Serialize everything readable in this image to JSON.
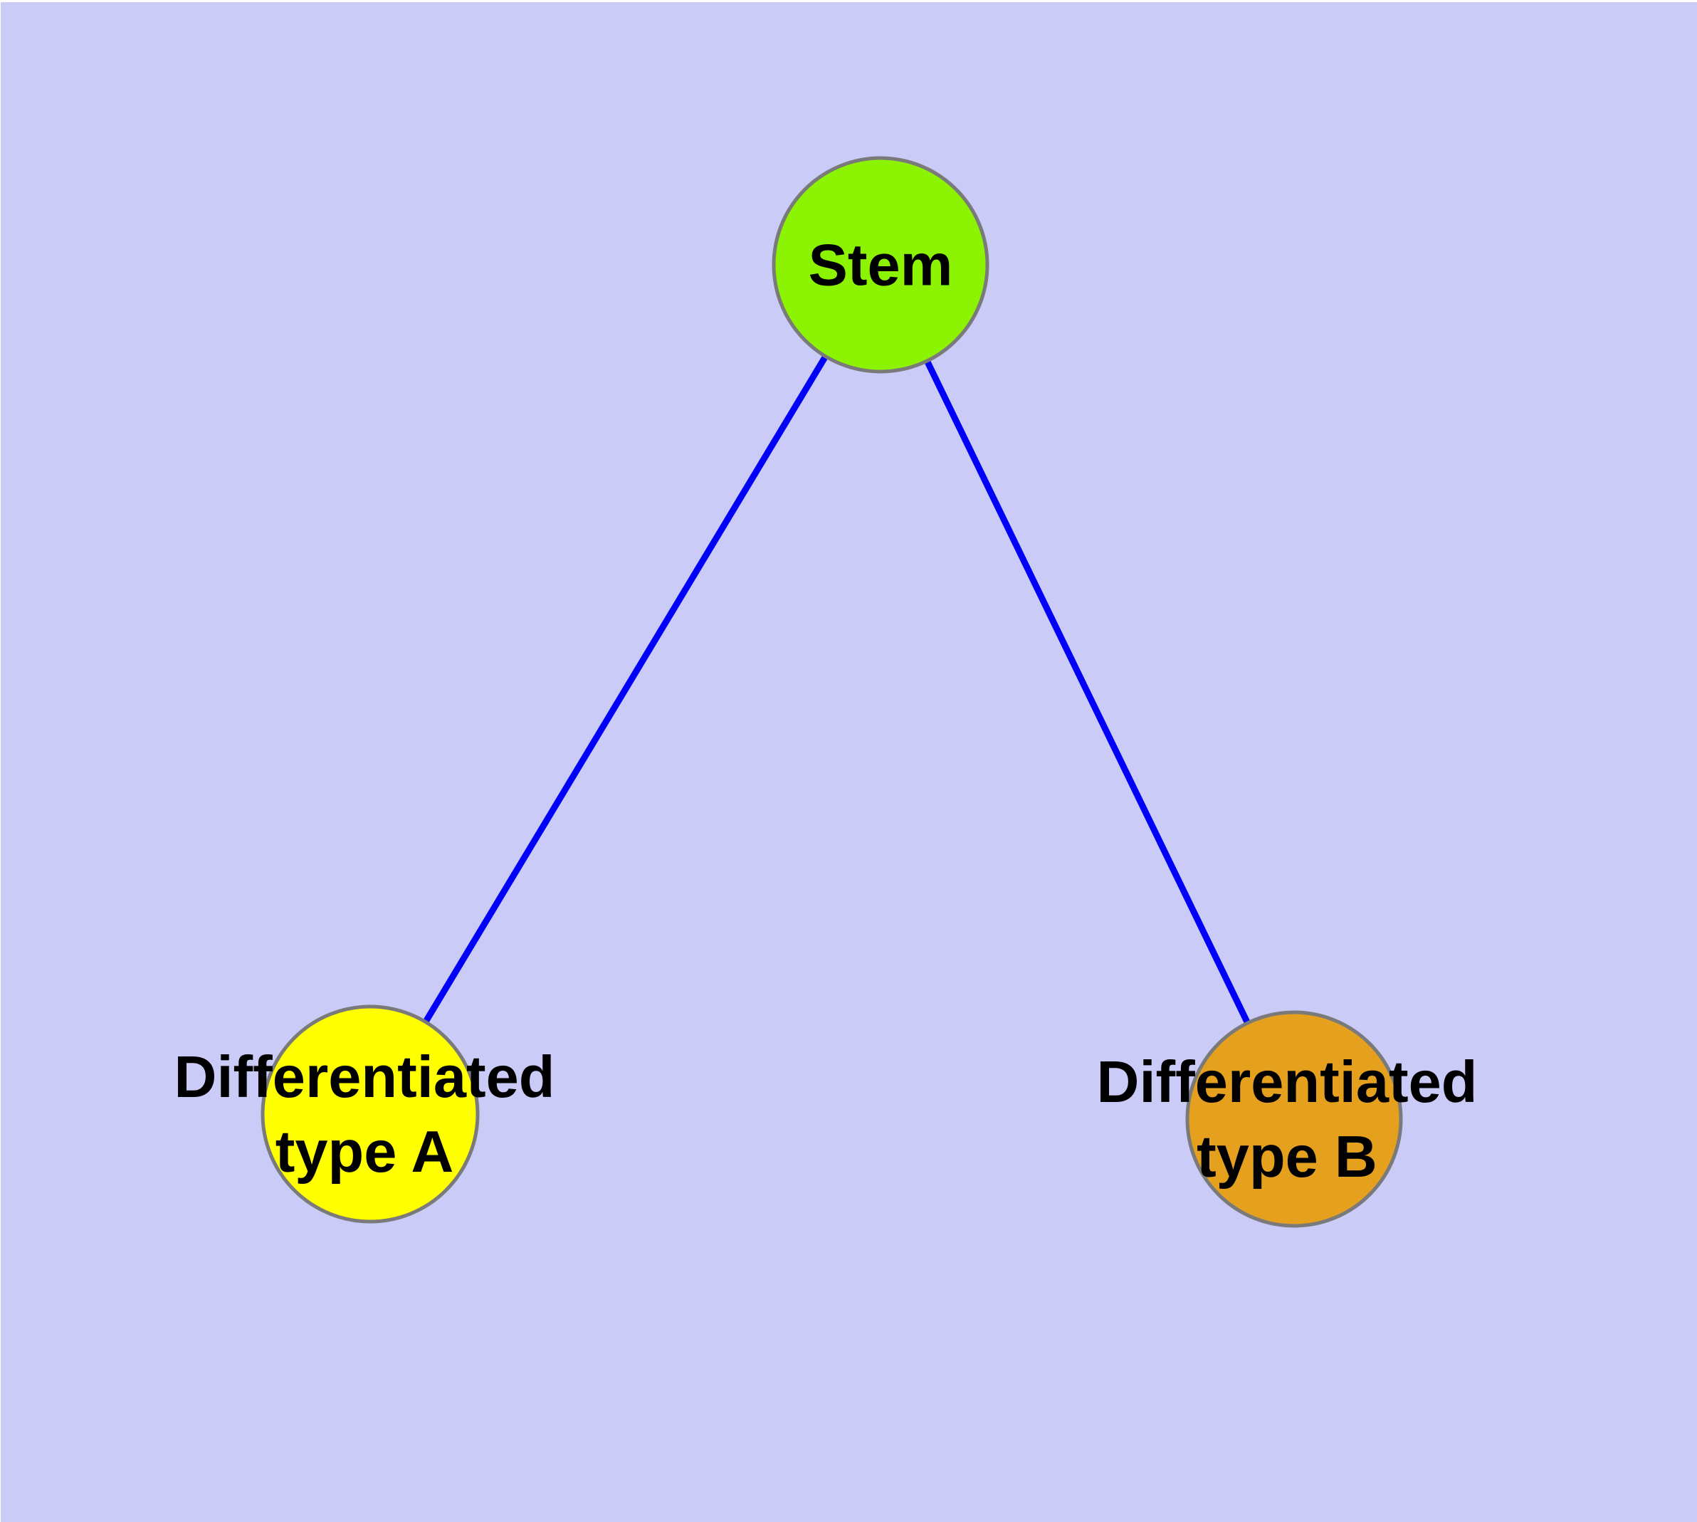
{
  "diagram": {
    "title": "",
    "background_color": "#CBCBF8",
    "margin_color": "#FFFFFF",
    "edge_color": "#0000FA",
    "node_border_color": "#7A7A7A",
    "label_color": "#000000",
    "nodes": [
      {
        "id": "stem",
        "lines": [
          "Stem"
        ],
        "full_label": "Stem",
        "fill": "#8CF303"
      },
      {
        "id": "type-a",
        "lines": [
          "Differentiated",
          "type A"
        ],
        "full_label": "Differentiated type A",
        "fill": "#FFFF00"
      },
      {
        "id": "type-b",
        "lines": [
          "Differentiated",
          "type B"
        ],
        "full_label": "Differentiated type B",
        "fill": "#E5A11D"
      }
    ],
    "edges": [
      {
        "from": "Stem",
        "to": "Differentiated type A"
      },
      {
        "from": "Stem",
        "to": "Differentiated type B"
      }
    ]
  }
}
